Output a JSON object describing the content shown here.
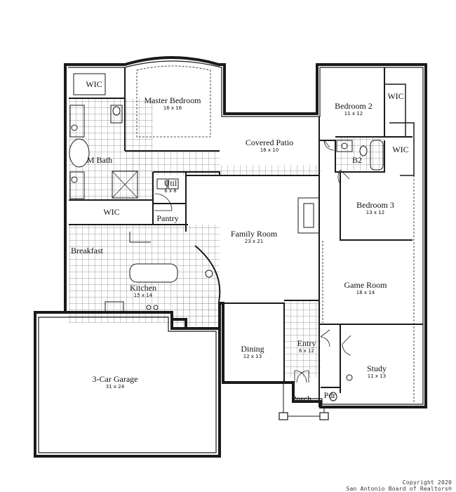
{
  "rooms": {
    "wic_master": {
      "name": "WIC"
    },
    "master_bedroom": {
      "name": "Master Bedroom",
      "dims": "16 x 16"
    },
    "covered_patio": {
      "name": "Covered Patio",
      "dims": "16 x 10"
    },
    "bedroom2": {
      "name": "Bedroom 2",
      "dims": "11 x 12"
    },
    "wic_bed2": {
      "name": "WIC"
    },
    "wic_bed3": {
      "name": "WIC"
    },
    "mbath": {
      "name": "M Bath"
    },
    "b2": {
      "name": "B2"
    },
    "util": {
      "name": "Util",
      "dims": "6 x 8"
    },
    "bedroom3": {
      "name": "Bedroom 3",
      "dims": "13 x 12"
    },
    "wic_bath": {
      "name": "WIC"
    },
    "pantry": {
      "name": "Pantry"
    },
    "family_room": {
      "name": "Family Room",
      "dims": "23 x 21"
    },
    "breakfast": {
      "name": "Breakfast"
    },
    "game_room": {
      "name": "Game Room",
      "dims": "18 x 14"
    },
    "kitchen": {
      "name": "Kitchen",
      "dims": "15 x 14"
    },
    "dining": {
      "name": "Dining",
      "dims": "12 x 13"
    },
    "entry": {
      "name": "Entry",
      "dims": "6 x 12"
    },
    "study": {
      "name": "Study",
      "dims": "11 x 13"
    },
    "garage": {
      "name": "3-Car Garage",
      "dims": "31 x 24"
    },
    "porch": {
      "name": "Porch"
    },
    "pdr": {
      "name": "Pdr"
    }
  },
  "copyright": {
    "line1": "Copyright 2020",
    "line2": "San Antonio Board of Realtors®"
  },
  "colors": {
    "wall": "#1a1a1a",
    "tile": "#777777",
    "wall_fill": "#bfbfbf"
  }
}
